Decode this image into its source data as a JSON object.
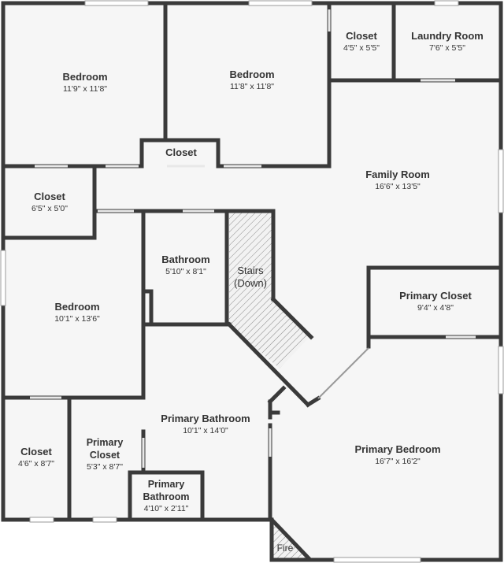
{
  "rooms": [
    {
      "id": "bedroom-1",
      "name": "Bedroom",
      "dims": "11'9\" x 11'8\""
    },
    {
      "id": "bedroom-2",
      "name": "Bedroom",
      "dims": "11'8\" x 11'8\""
    },
    {
      "id": "closet-top",
      "name": "Closet",
      "dims": "4'5\" x 5'5\""
    },
    {
      "id": "laundry-room",
      "name": "Laundry Room",
      "dims": "7'6\" x 5'5\""
    },
    {
      "id": "closet-small",
      "name": "Closet",
      "dims": ""
    },
    {
      "id": "family-room",
      "name": "Family Room",
      "dims": "16'6\" x 13'5\""
    },
    {
      "id": "closet-left",
      "name": "Closet",
      "dims": "6'5\" x 5'0\""
    },
    {
      "id": "bathroom",
      "name": "Bathroom",
      "dims": "5'10\" x 8'1\""
    },
    {
      "id": "stairs",
      "name": "Stairs",
      "name2": "(Down)",
      "dims": ""
    },
    {
      "id": "bedroom-3",
      "name": "Bedroom",
      "dims": "10'1\" x 13'6\""
    },
    {
      "id": "primary-closet-right",
      "name": "Primary Closet",
      "dims": "9'4\" x 4'8\""
    },
    {
      "id": "primary-bathroom",
      "name": "Primary Bathroom",
      "dims": "10'1\" x 14'0\""
    },
    {
      "id": "primary-bedroom",
      "name": "Primary Bedroom",
      "dims": "16'7\" x 16'2\""
    },
    {
      "id": "closet-bottom",
      "name": "Closet",
      "dims": "4'6\" x 8'7\""
    },
    {
      "id": "primary-closet-bottom",
      "name": "Primary",
      "name2": "Closet",
      "dims": "5'3\" x 8'7\""
    },
    {
      "id": "primary-bathroom-small",
      "name": "Primary",
      "name2": "Bathroom",
      "dims": "4'10\" x 2'11\""
    },
    {
      "id": "fireplace",
      "name": "Fire",
      "dims": ""
    }
  ],
  "colors": {
    "wall": "#3a3a3a",
    "floor": "#f6f6f6",
    "hatch": "#8a8a8a",
    "window": "#cfcfcf"
  }
}
